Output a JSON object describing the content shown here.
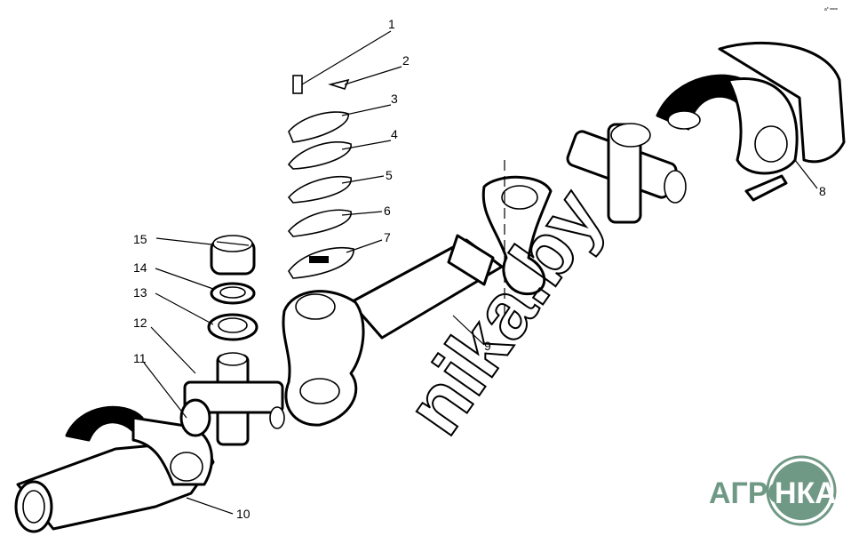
{
  "diagram": {
    "title": "Exploded view of cardan drive shaft",
    "callouts": [
      "1",
      "2",
      "3",
      "4",
      "5",
      "6",
      "7",
      "8",
      "9",
      "10",
      "11",
      "12",
      "13",
      "14",
      "15"
    ],
    "watermark": "nika.by",
    "corner_mark": "a* ===",
    "logo": {
      "left": "АГРО",
      "right": "НКА",
      "color": "#6f9985"
    }
  }
}
